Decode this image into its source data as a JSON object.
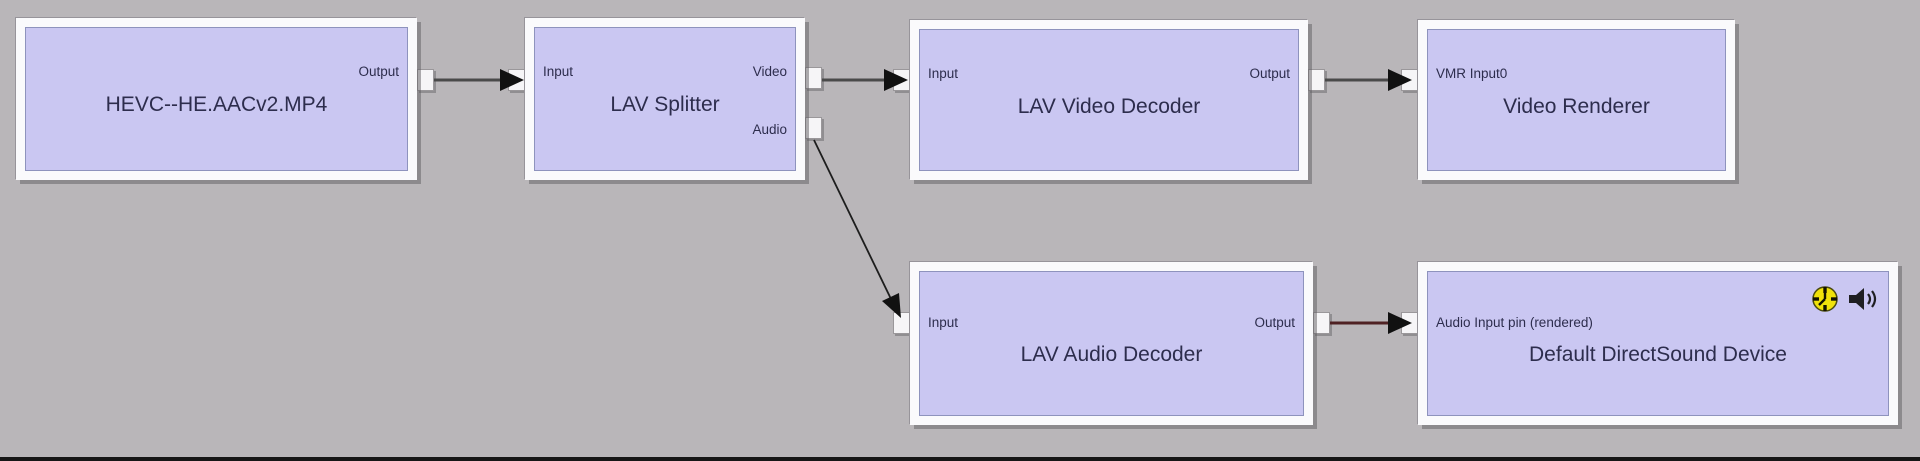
{
  "colors": {
    "canvas_background": "#b9b6b9",
    "filter_fill": "#cac7f2",
    "filter_border": "#fafafc",
    "label_text": "#2d2d4d",
    "video_connection_line": "#4a4a4a",
    "audio_connection_line": "#4f2123",
    "arrowhead": "#111111",
    "clock_icon_yellow": "#f0e20a"
  },
  "filters": [
    {
      "title": "HEVC--HE.AACv2.MP4",
      "pins": {
        "output": "Output"
      }
    },
    {
      "title": "LAV Splitter",
      "pins": {
        "input": "Input",
        "video": "Video",
        "audio": "Audio"
      }
    },
    {
      "title": "LAV Video Decoder",
      "pins": {
        "input": "Input",
        "output": "Output"
      }
    },
    {
      "title": "Video Renderer",
      "pins": {
        "input": "VMR Input0"
      }
    },
    {
      "title": "LAV Audio Decoder",
      "pins": {
        "input": "Input",
        "output": "Output"
      }
    },
    {
      "title": "Default DirectSound Device",
      "pins": {
        "input": "Audio Input pin (rendered)"
      },
      "icons": [
        "clock-icon",
        "speaker-icon"
      ]
    }
  ],
  "connections": [
    {
      "from": "HEVC--HE.AACv2.MP4 / Output",
      "to": "LAV Splitter / Input",
      "kind": "video"
    },
    {
      "from": "LAV Splitter / Video",
      "to": "LAV Video Decoder / Input",
      "kind": "video"
    },
    {
      "from": "LAV Video Decoder / Output",
      "to": "Video Renderer / VMR Input0",
      "kind": "video"
    },
    {
      "from": "LAV Splitter / Audio",
      "to": "LAV Audio Decoder / Input",
      "kind": "audio"
    },
    {
      "from": "LAV Audio Decoder / Output",
      "to": "Default DirectSound Device / Audio Input pin (rendered)",
      "kind": "audio"
    }
  ]
}
